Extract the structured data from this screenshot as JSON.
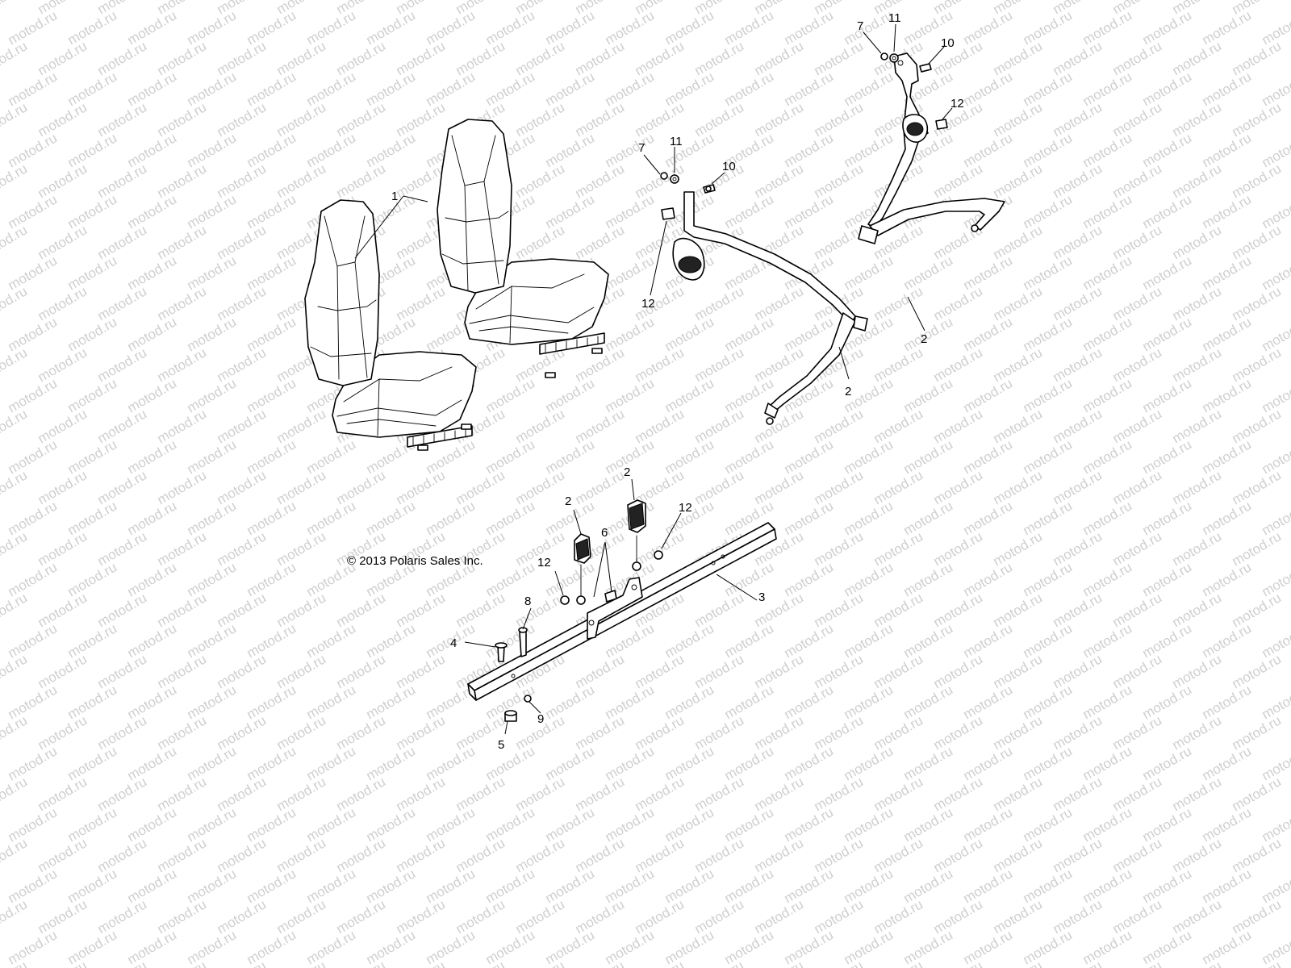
{
  "watermark": {
    "text": "motod.ru",
    "color": "#cfcfcf"
  },
  "copyright": "© 2013 Polaris Sales Inc.",
  "callouts": [
    "1",
    "2",
    "2",
    "2",
    "2",
    "3",
    "4",
    "5",
    "6",
    "7",
    "7",
    "8",
    "9",
    "10",
    "10",
    "11",
    "11",
    "12",
    "12",
    "12",
    "12"
  ],
  "parts": {
    "seat": "seat-1",
    "belt": "seat-belt-assembly-2",
    "crossbar": "seat-belt-mount-bar-3"
  }
}
